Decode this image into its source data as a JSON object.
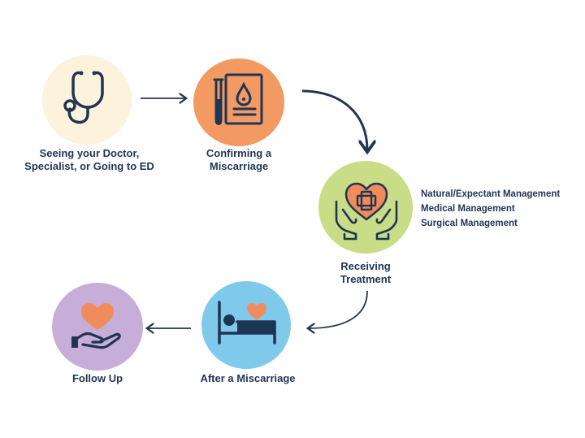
{
  "diagram": {
    "steps": [
      {
        "id": "seeing-doctor",
        "label": "Seeing your Doctor,\nSpecialist, or Going to ED",
        "color": "#fdf3dd",
        "icon": "stethoscope-icon"
      },
      {
        "id": "confirming",
        "label": "Confirming a\nMiscarriage",
        "color": "#f39a63",
        "icon": "lab-report-icon"
      },
      {
        "id": "receiving-treatment",
        "label": "Receiving\nTreatment",
        "color": "#c9dc86",
        "icon": "heart-in-hands-icon"
      },
      {
        "id": "after-miscarriage",
        "label": "After a Miscarriage",
        "color": "#7fcaea",
        "icon": "bed-icon"
      },
      {
        "id": "follow-up",
        "label": "Follow Up",
        "color": "#c7aed9",
        "icon": "heart-in-hand-icon"
      }
    ],
    "treatment_options": [
      "Natural/Expectant Management",
      "Medical Management",
      "Surgical Management"
    ],
    "colors": {
      "text": "#1f3554",
      "arrow": "#1f3554",
      "heart": "#f28b5b",
      "icon_stroke": "#1f3554"
    }
  }
}
